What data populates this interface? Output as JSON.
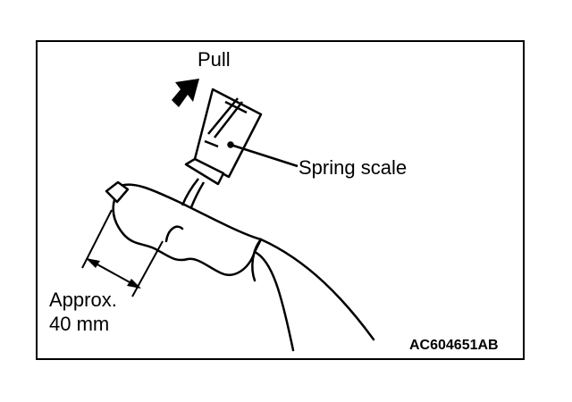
{
  "figure": {
    "pull_label": "Pull",
    "spring_scale_label": "Spring scale",
    "approx_label": "Approx.",
    "distance_label": "40 mm",
    "figure_code": "AC604651AB"
  },
  "colors": {
    "line": "#000000",
    "background": "#ffffff"
  }
}
